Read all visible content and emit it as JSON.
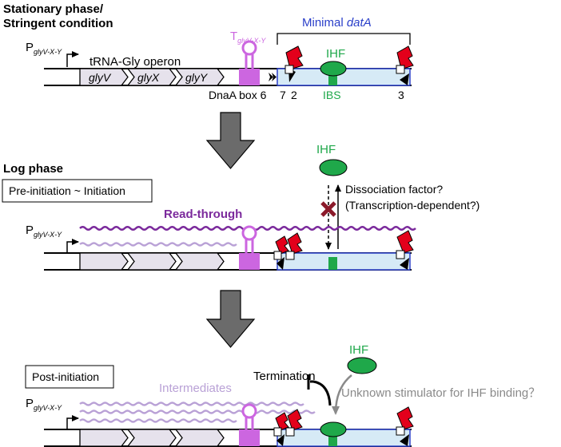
{
  "panel1": {
    "title_line1": "Stationary phase/",
    "title_line2": "Stringent condition",
    "promoter_main": "P",
    "promoter_sub": "glyV-X-Y",
    "operon_label": "tRNA-Gly operon",
    "genes": [
      "glyV",
      "glyX",
      "glyY"
    ],
    "terminator_main": "T",
    "terminator_sub": "glyV-X-Y",
    "minimal_label": "Minimal ",
    "minimal_italic": "datA",
    "ihf": "IHF",
    "ibs": "IBS",
    "dnaa_box": "DnaA box 6",
    "box_7": "7",
    "box_2": "2",
    "box_3": "3"
  },
  "panel2": {
    "title": "Log phase",
    "box_label": "Pre-initiation ~ Initiation",
    "ihf": "IHF",
    "dissociation": "Dissociation factor?",
    "transcription": "(Transcription-dependent?)",
    "readthrough": "Read-through",
    "promoter_main": "P",
    "promoter_sub": "glyV-X-Y"
  },
  "panel3": {
    "box_label": "Post-initiation",
    "ihf": "IHF",
    "intermediates": "Intermediates",
    "termination": "Termination",
    "stimulator": "Unknown stimulator for IHF binding？",
    "promoter_main": "P",
    "promoter_sub": "glyV-X-Y"
  },
  "colors": {
    "purple": "#7b2a9c",
    "light_purple": "#b9a1d6",
    "magenta": "#cc66e0",
    "blue": "#2a3fc9",
    "light_blue": "#d6eaf6",
    "green": "#1fa84a",
    "red": "#e3001b",
    "gray_arrow": "#6b6b6b",
    "gene_fill": "#e6e2ec"
  }
}
